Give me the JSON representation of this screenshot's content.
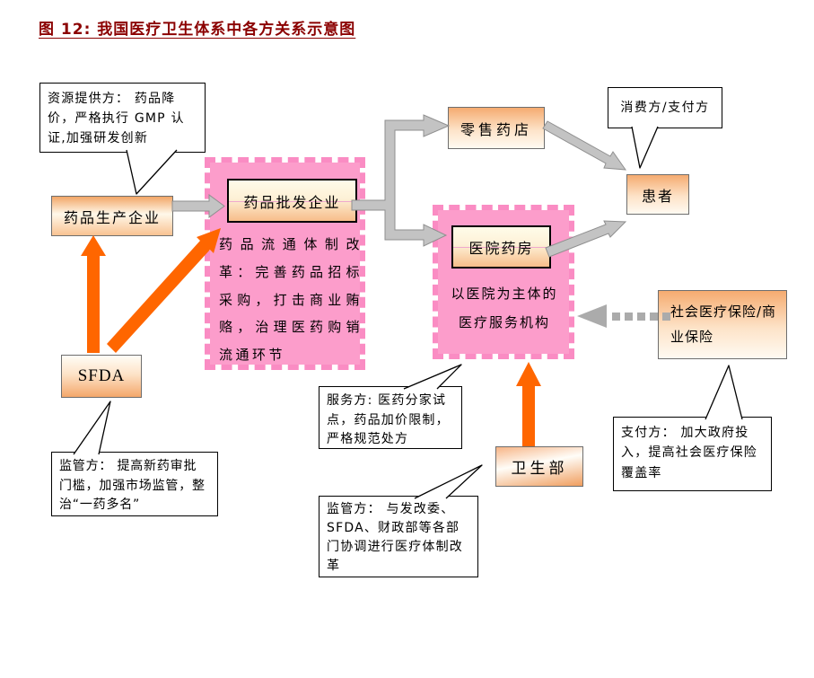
{
  "title": "图 12:  我国医疗卫生体系中各方关系示意图",
  "nodes": {
    "producer": "药品生产企业",
    "wholesaler": "药品批发企业",
    "retail": "零售药店",
    "patient": "患者",
    "hospital_pharmacy": "医院药房",
    "hospital_desc": "以医院为主体的医疗服务机构",
    "reform_text": "药品流通体制改革：完善药品招标采购，打击商业贿赂，治理医药购销流通环节",
    "sfda": "SFDA",
    "moh": "卫生部",
    "insurance": "社会医疗保险/商业保险"
  },
  "callouts": {
    "resource": "资源提供方： 药品降价，严格执行 GMP 认证,加强研发创新",
    "consumer": "消费方/支付方",
    "service": "服务方: 医药分家试点，药品加价限制，严格规范处方",
    "sfda_regulation": "监管方： 提高新药审批门槛，加强市场监管，整治“一药多名”",
    "moh_regulation": "监管方： 与发改委、SFDA、财政部等各部门协调进行医疗体制改革",
    "payer": "支付方： 加大政府投入，提高社会医疗保险覆盖率"
  },
  "colors": {
    "title_red": "#8B0000",
    "pink_fill": "#FC9DCB",
    "pink_border": "#FA8CC3",
    "orange_arrow": "#FF6600",
    "gray_arrow": "#C3C3C3",
    "dotted_gray": "#ABABAB",
    "tail_white": "#FFFFFF"
  }
}
